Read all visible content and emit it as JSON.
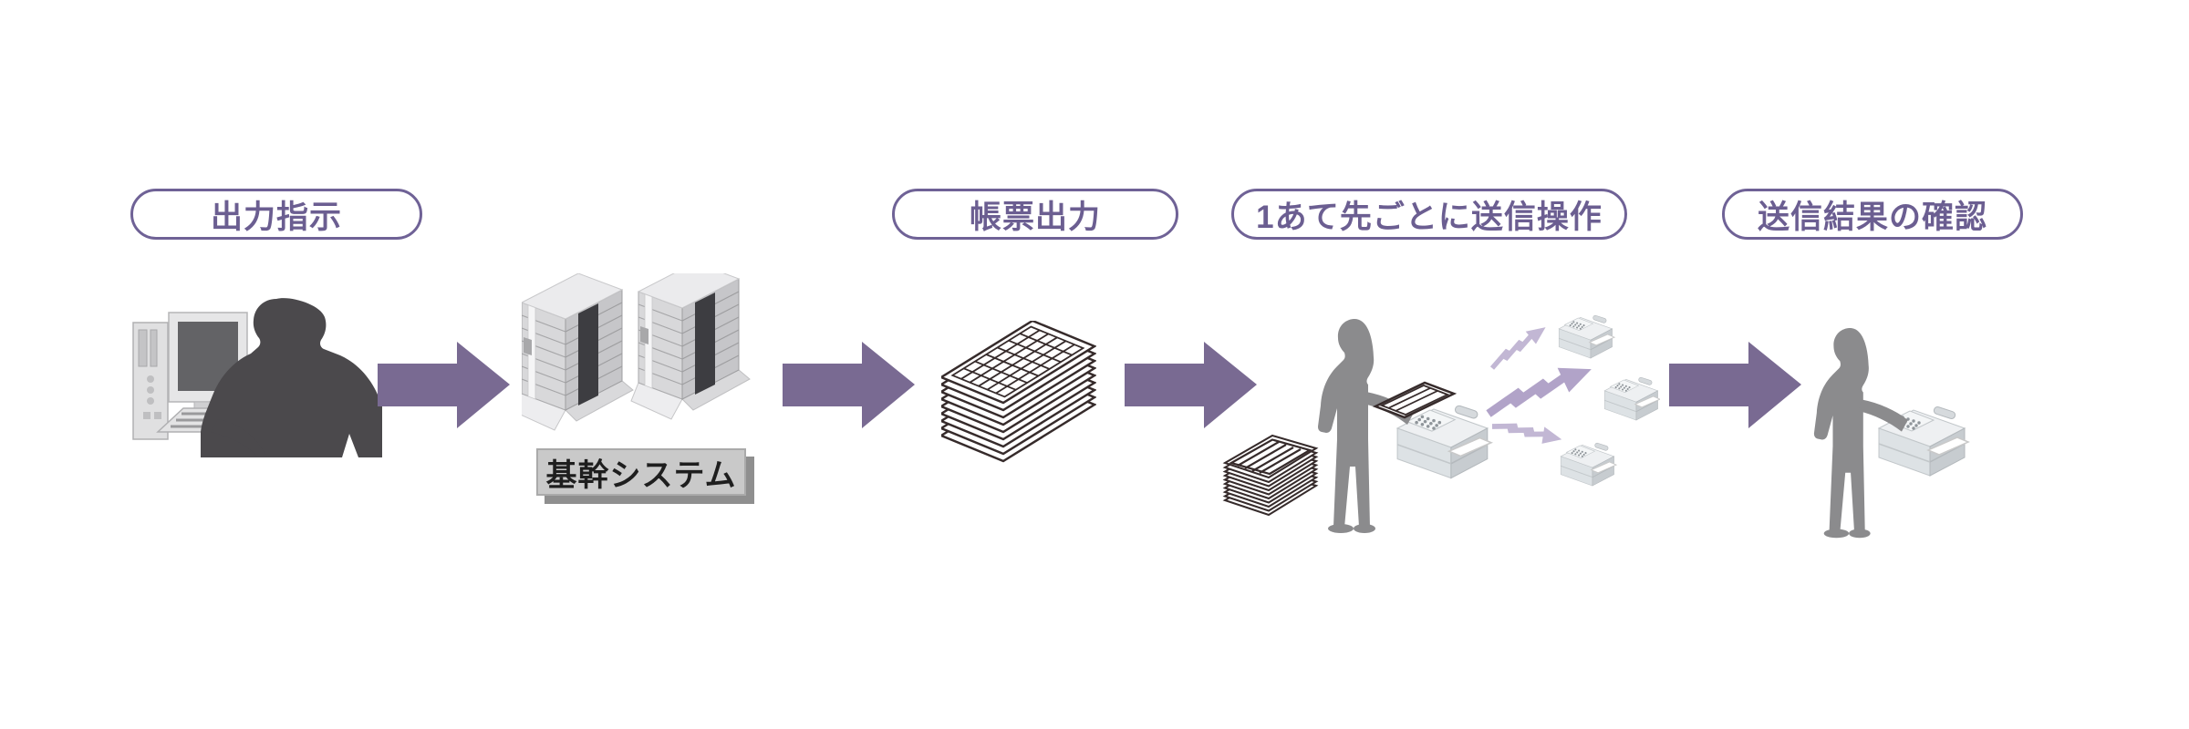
{
  "flow": {
    "steps": [
      {
        "label": "出力指示"
      },
      {
        "label": "帳票出力"
      },
      {
        "label": "1あて先ごとに送信操作"
      },
      {
        "label": "送信結果の確認"
      }
    ],
    "system_label": "基幹システム"
  },
  "colors": {
    "background": "#ffffff",
    "arrow": "#796a92",
    "step_border": "#6f6296",
    "step_text": "#6b5e91",
    "lightning": "#c2b7d4",
    "lightning_strong": "#b1a3c8",
    "silhouette_dark": "#4b494c",
    "silhouette_medium": "#8b8b8d",
    "system_box_bg": "#c9c9c9",
    "system_box_text": "#1e1e1e",
    "sheet_outline": "#362b2b"
  },
  "icons": {
    "stage1": "person-at-computer-icon",
    "stage2": "mainframe-servers-icon",
    "stage3": "form-stack-icon",
    "stage4": "operator-broadcast-fax-icon",
    "stage5": "person-checking-fax-icon",
    "connector": "flow-arrow-icon",
    "transmission": "lightning-arrow-icon"
  }
}
